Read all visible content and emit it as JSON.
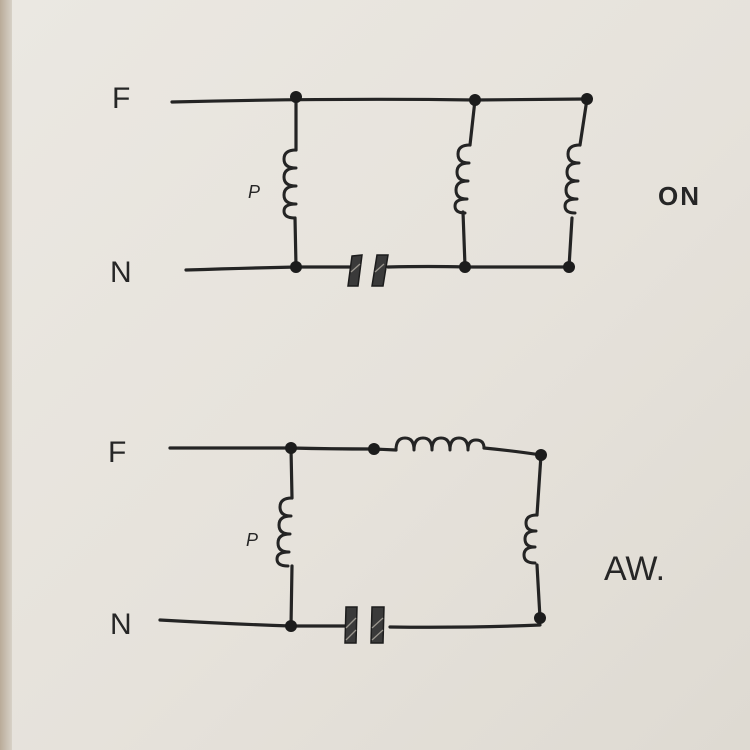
{
  "diagrams": [
    {
      "id": "on",
      "line_label": "F",
      "neutral_label": "N",
      "winding_label": "P",
      "state_label": "ON"
    },
    {
      "id": "aw",
      "line_label": "F",
      "neutral_label": "N",
      "winding_label": "P",
      "state_label": "AW."
    }
  ],
  "colors": {
    "paper": "#e7e3dc",
    "ink": "#242424"
  }
}
